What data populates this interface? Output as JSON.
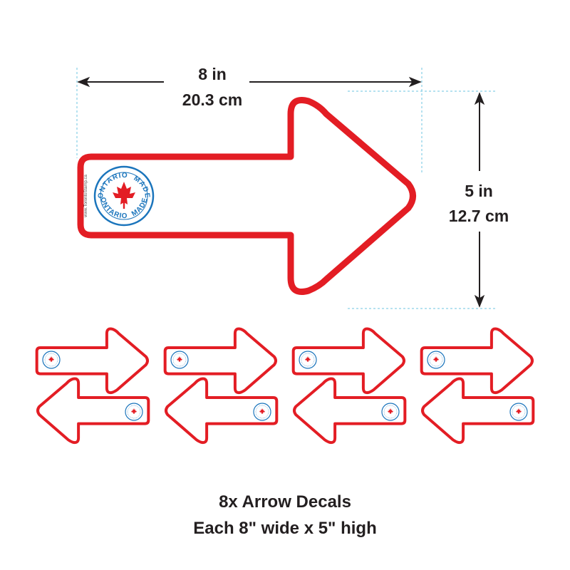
{
  "dimensions": {
    "width_imperial": "8 in",
    "width_metric": "20.3 cm",
    "height_imperial": "5 in",
    "height_metric": "12.7 cm"
  },
  "badge": {
    "top_text": "MADE",
    "bottom_text": "MADE",
    "left_text": "ONTARIO",
    "right_text": "ONTARIO",
    "side_text": "www.TorontoStamp.ca",
    "icon": "red-maple-leaf-icon"
  },
  "caption": {
    "line1": "8x Arrow Decals",
    "line2": "Each 8\" wide x 5\" high"
  },
  "colors": {
    "arrow_outline": "#e31d24",
    "badge_ring": "#1b75bc",
    "dimension_guide": "#6cc4e0",
    "text": "#231f20"
  }
}
